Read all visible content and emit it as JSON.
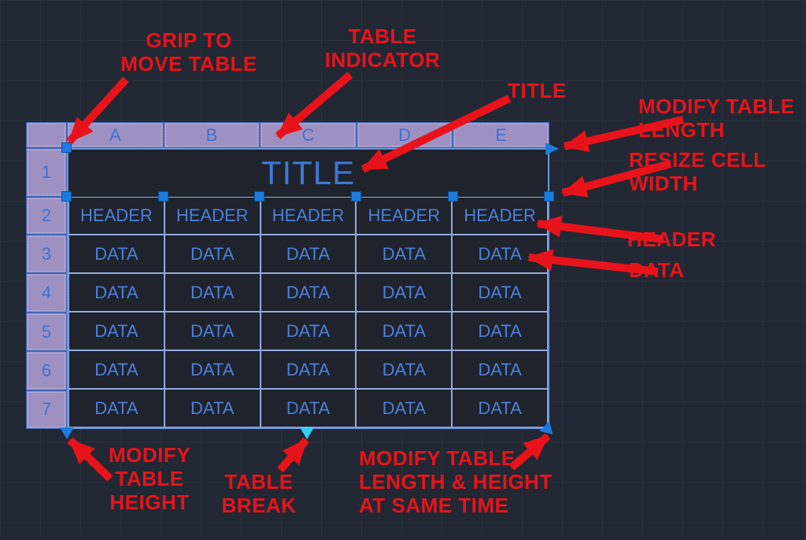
{
  "app": {
    "description": "AutoCAD table grips tutorial screenshot"
  },
  "colors": {
    "background": "#212833",
    "table_header_purple": "#9e91c2",
    "grip_blue": "#1b7ce0",
    "table_break_cyan": "#2fd0f0",
    "annotation_red": "#e8131a",
    "table_text_blue": "#3d78da",
    "grid_line_blue": "#93a9dc"
  },
  "table": {
    "column_letters": [
      "A",
      "B",
      "C",
      "D",
      "E"
    ],
    "row_numbers": [
      "1",
      "2",
      "3",
      "4",
      "5",
      "6",
      "7"
    ],
    "title": "TITLE",
    "header_cells": [
      "HEADER",
      "HEADER",
      "HEADER",
      "HEADER",
      "HEADER"
    ],
    "data_rows": [
      [
        "DATA",
        "DATA",
        "DATA",
        "DATA",
        "DATA"
      ],
      [
        "DATA",
        "DATA",
        "DATA",
        "DATA",
        "DATA"
      ],
      [
        "DATA",
        "DATA",
        "DATA",
        "DATA",
        "DATA"
      ],
      [
        "DATA",
        "DATA",
        "DATA",
        "DATA",
        "DATA"
      ],
      [
        "DATA",
        "DATA",
        "DATA",
        "DATA",
        "DATA"
      ]
    ]
  },
  "labels": {
    "grip_move": "GRIP TO\nMOVE TABLE",
    "table_indicator": "TABLE\nINDICATOR",
    "title": "TITLE",
    "modify_length": "MODIFY TABLE\nLENGTH",
    "resize_width": "RESIZE CELL\nWIDTH",
    "header": "HEADER",
    "data": "DATA",
    "modify_height": "MODIFY\nTABLE\nHEIGHT",
    "table_break": "TABLE\nBREAK",
    "modify_both": "MODIFY TABLE\nLENGTH &  HEIGHT\nAT SAME TIME"
  }
}
